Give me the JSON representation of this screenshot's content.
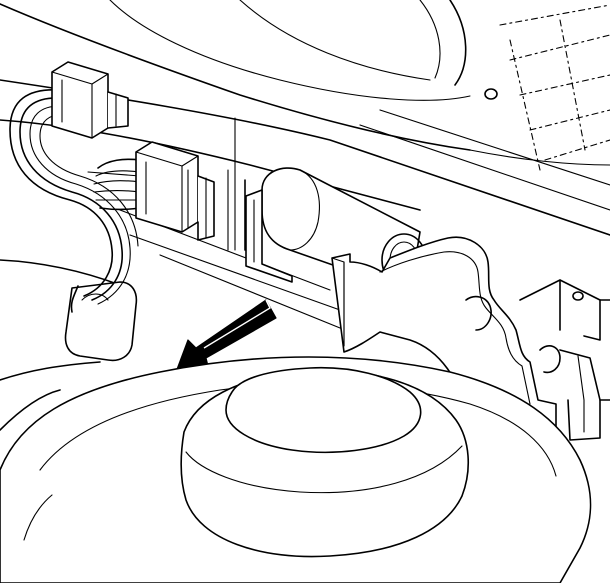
{
  "illustration": {
    "style": "black line art on white background",
    "colors": {
      "line": "#000000",
      "background": "#ffffff"
    },
    "components": [
      "wiring-harness",
      "electrical-connector",
      "electrical-connector",
      "motor-actuator",
      "mounting-bracket",
      "removal-direction-arrow",
      "cover-panel"
    ]
  }
}
